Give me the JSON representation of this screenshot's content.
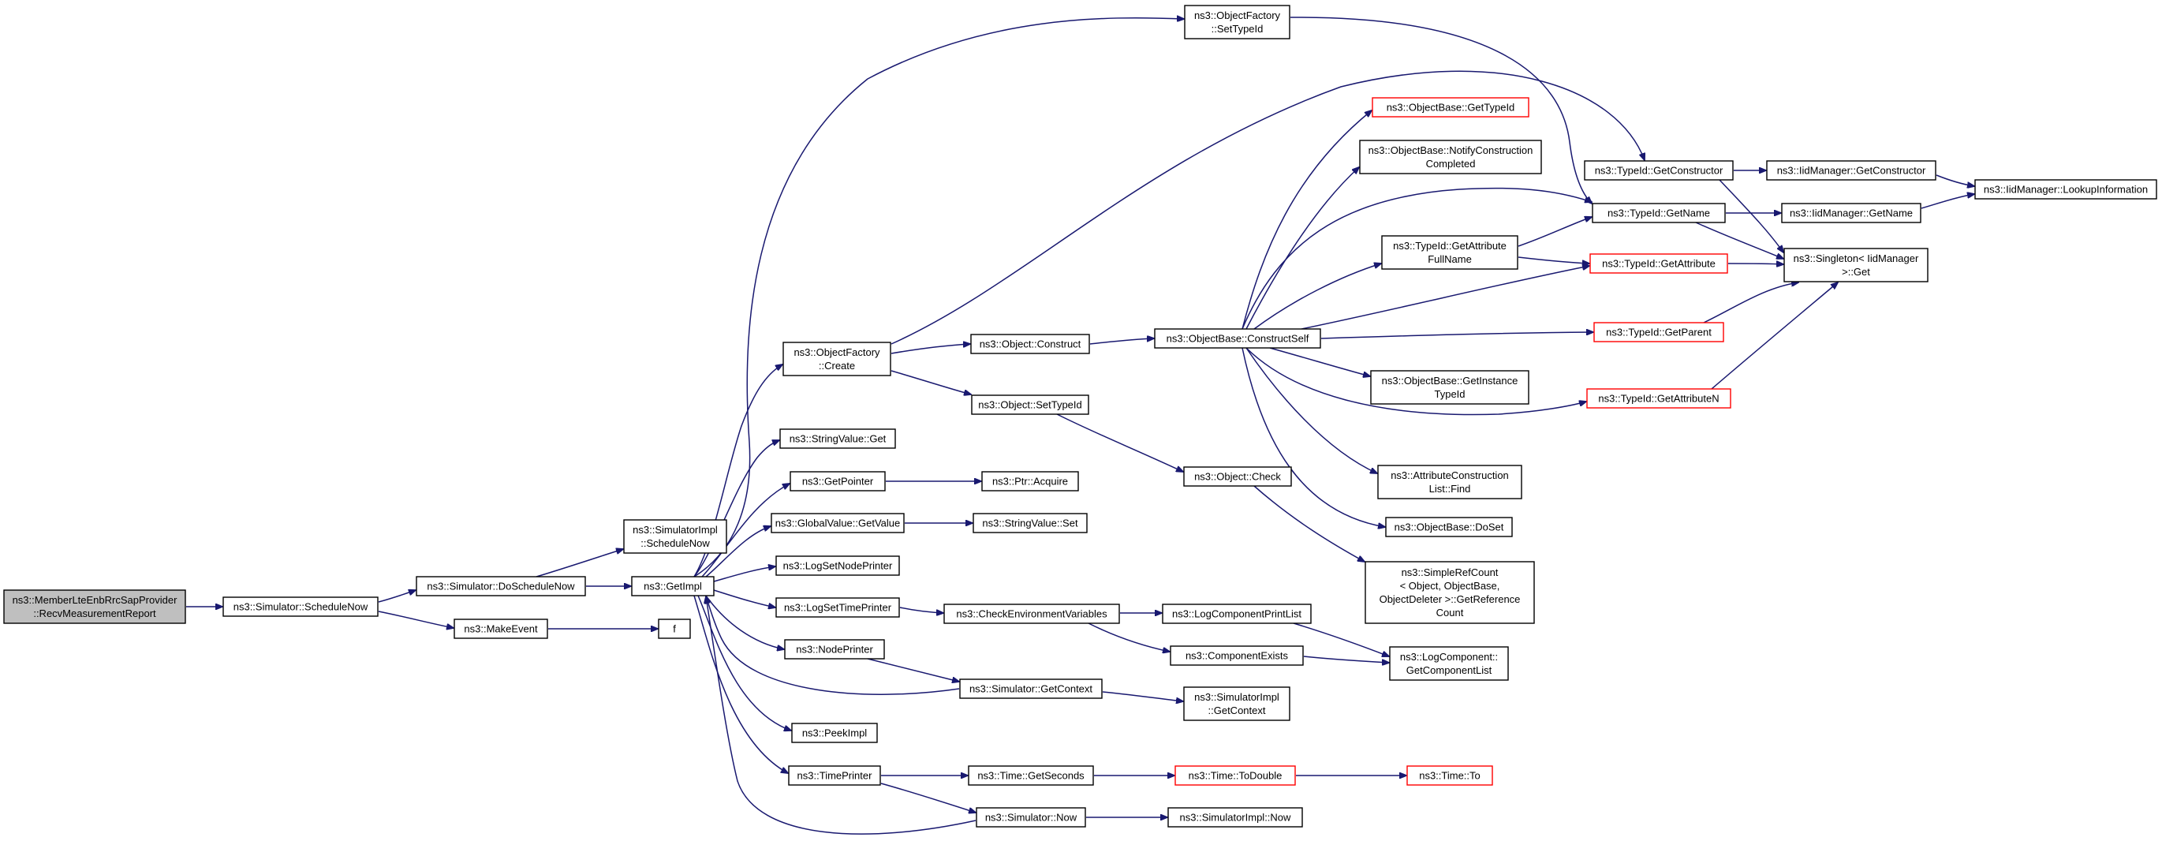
{
  "graph": {
    "nodes": [
      {
        "id": "root",
        "lines": [
          "ns3::MemberLteEnbRrcSapProvider",
          "::RecvMeasurementReport"
        ],
        "style": "root"
      },
      {
        "id": "sched_now",
        "lines": [
          "ns3::Simulator::ScheduleNow"
        ],
        "style": "normal"
      },
      {
        "id": "do_sched_now",
        "lines": [
          "ns3::Simulator::DoScheduleNow"
        ],
        "style": "normal"
      },
      {
        "id": "make_event",
        "lines": [
          "ns3::MakeEvent"
        ],
        "style": "normal"
      },
      {
        "id": "f",
        "lines": [
          "f"
        ],
        "style": "normal"
      },
      {
        "id": "simimpl_sched_now",
        "lines": [
          "ns3::SimulatorImpl",
          "::ScheduleNow"
        ],
        "style": "normal"
      },
      {
        "id": "get_impl",
        "lines": [
          "ns3::GetImpl"
        ],
        "style": "normal"
      },
      {
        "id": "objfactory_settypeid",
        "lines": [
          "ns3::ObjectFactory",
          "::SetTypeId"
        ],
        "style": "normal"
      },
      {
        "id": "objfactory_create",
        "lines": [
          "ns3::ObjectFactory",
          "::Create"
        ],
        "style": "normal"
      },
      {
        "id": "stringvalue_get",
        "lines": [
          "ns3::StringValue::Get"
        ],
        "style": "normal"
      },
      {
        "id": "get_pointer",
        "lines": [
          "ns3::GetPointer"
        ],
        "style": "normal"
      },
      {
        "id": "globalvalue_getvalue",
        "lines": [
          "ns3::GlobalValue::GetValue"
        ],
        "style": "normal"
      },
      {
        "id": "log_set_node_printer",
        "lines": [
          "ns3::LogSetNodePrinter"
        ],
        "style": "normal"
      },
      {
        "id": "log_set_time_printer",
        "lines": [
          "ns3::LogSetTimePrinter"
        ],
        "style": "normal"
      },
      {
        "id": "node_printer",
        "lines": [
          "ns3::NodePrinter"
        ],
        "style": "normal"
      },
      {
        "id": "peek_impl",
        "lines": [
          "ns3::PeekImpl"
        ],
        "style": "normal"
      },
      {
        "id": "time_printer",
        "lines": [
          "ns3::TimePrinter"
        ],
        "style": "normal"
      },
      {
        "id": "object_construct",
        "lines": [
          "ns3::Object::Construct"
        ],
        "style": "normal"
      },
      {
        "id": "object_settypeid",
        "lines": [
          "ns3::Object::SetTypeId"
        ],
        "style": "normal"
      },
      {
        "id": "ptr_acquire",
        "lines": [
          "ns3::Ptr::Acquire"
        ],
        "style": "normal"
      },
      {
        "id": "stringvalue_set",
        "lines": [
          "ns3::StringValue::Set"
        ],
        "style": "normal"
      },
      {
        "id": "check_env_vars",
        "lines": [
          "ns3::CheckEnvironmentVariables"
        ],
        "style": "normal"
      },
      {
        "id": "sim_getcontext",
        "lines": [
          "ns3::Simulator::GetContext"
        ],
        "style": "normal"
      },
      {
        "id": "time_getseconds",
        "lines": [
          "ns3::Time::GetSeconds"
        ],
        "style": "normal"
      },
      {
        "id": "sim_now",
        "lines": [
          "ns3::Simulator::Now"
        ],
        "style": "normal"
      },
      {
        "id": "objbase_constructself",
        "lines": [
          "ns3::ObjectBase::ConstructSelf"
        ],
        "style": "normal"
      },
      {
        "id": "object_check",
        "lines": [
          "ns3::Object::Check"
        ],
        "style": "normal"
      },
      {
        "id": "log_component_print_list",
        "lines": [
          "ns3::LogComponentPrintList"
        ],
        "style": "normal"
      },
      {
        "id": "component_exists",
        "lines": [
          "ns3::ComponentExists"
        ],
        "style": "normal"
      },
      {
        "id": "simimpl_getcontext",
        "lines": [
          "ns3::SimulatorImpl",
          "::GetContext"
        ],
        "style": "normal"
      },
      {
        "id": "time_todouble",
        "lines": [
          "ns3::Time::ToDouble"
        ],
        "style": "red"
      },
      {
        "id": "simimpl_now",
        "lines": [
          "ns3::SimulatorImpl::Now"
        ],
        "style": "normal"
      },
      {
        "id": "objbase_gettypeid",
        "lines": [
          "ns3::ObjectBase::GetTypeId"
        ],
        "style": "red"
      },
      {
        "id": "objbase_notify",
        "lines": [
          "ns3::ObjectBase::NotifyConstruction",
          "Completed"
        ],
        "style": "normal"
      },
      {
        "id": "typeid_getattrfullname",
        "lines": [
          "ns3::TypeId::GetAttribute",
          "FullName"
        ],
        "style": "normal"
      },
      {
        "id": "objbase_getinstancetypeid",
        "lines": [
          "ns3::ObjectBase::GetInstance",
          "TypeId"
        ],
        "style": "normal"
      },
      {
        "id": "attr_construction_list_find",
        "lines": [
          "ns3::AttributeConstruction",
          "List::Find"
        ],
        "style": "normal"
      },
      {
        "id": "objbase_doset",
        "lines": [
          "ns3::ObjectBase::DoSet"
        ],
        "style": "normal"
      },
      {
        "id": "simple_ref_count",
        "lines": [
          "ns3::SimpleRefCount",
          "< Object, ObjectBase,",
          "ObjectDeleter >::GetReference",
          "Count"
        ],
        "style": "normal"
      },
      {
        "id": "log_component_getlist",
        "lines": [
          "ns3::LogComponent::",
          "GetComponentList"
        ],
        "style": "normal"
      },
      {
        "id": "time_to",
        "lines": [
          "ns3::Time::To"
        ],
        "style": "red"
      },
      {
        "id": "typeid_getconstructor",
        "lines": [
          "ns3::TypeId::GetConstructor"
        ],
        "style": "normal"
      },
      {
        "id": "typeid_getname",
        "lines": [
          "ns3::TypeId::GetName"
        ],
        "style": "normal"
      },
      {
        "id": "typeid_getattribute",
        "lines": [
          "ns3::TypeId::GetAttribute"
        ],
        "style": "red"
      },
      {
        "id": "typeid_getparent",
        "lines": [
          "ns3::TypeId::GetParent"
        ],
        "style": "red"
      },
      {
        "id": "typeid_getattributen",
        "lines": [
          "ns3::TypeId::GetAttributeN"
        ],
        "style": "red"
      },
      {
        "id": "iidmgr_getconstructor",
        "lines": [
          "ns3::IidManager::GetConstructor"
        ],
        "style": "normal"
      },
      {
        "id": "iidmgr_getname",
        "lines": [
          "ns3::IidManager::GetName"
        ],
        "style": "normal"
      },
      {
        "id": "singleton_get",
        "lines": [
          "ns3::Singleton< IidManager",
          ">::Get"
        ],
        "style": "normal"
      },
      {
        "id": "iidmgr_lookup",
        "lines": [
          "ns3::IidManager::LookupInformation"
        ],
        "style": "normal"
      }
    ]
  }
}
